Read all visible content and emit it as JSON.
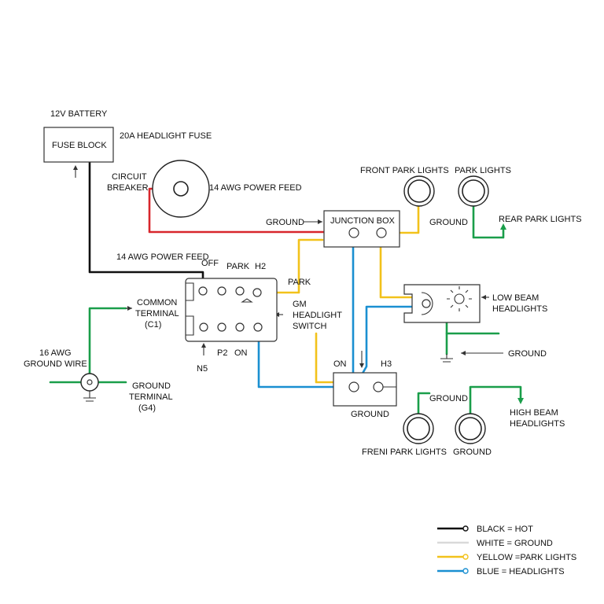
{
  "colors": {
    "black": "#111111",
    "white": "#d9d9d9",
    "yellow": "#f2c21b",
    "blue": "#1a8fd1",
    "red": "#d8262c",
    "green": "#1a9e4a"
  },
  "labels": {
    "battery": "12V BATTERY",
    "fuse_block": "FUSE BLOCK",
    "headlight_fuse": "20A HEADLIGHT FUSE",
    "circuit_breaker_1": "CIRCUIT",
    "circuit_breaker_2": "BREAKER",
    "power_feed_top": "14 AWG POWER FEED",
    "power_feed_left": "14 AWG POWER FEED",
    "front_park_lights_top": "FRONT PARK LIGHTS",
    "park_lights_top": "PARK LIGHTS",
    "ground_jb": "GROUND",
    "junction_box": "JUNCTION BOX",
    "ground_right_1": "GROUND",
    "rear_park_lights": "REAR PARK LIGHTS",
    "off": "OFF",
    "park_switch": "PARK",
    "h2": "H2",
    "park_wire": "PARK",
    "gm_1": "GM",
    "gm_2": "HEADLIGHT",
    "gm_3": "SWITCH",
    "low_beam_1": "LOW BEAM",
    "low_beam_2": "HEADLIGHTS",
    "ground_low": "GROUND",
    "common_1": "COMMON",
    "common_2": "TERMINAL",
    "common_3": "(C1)",
    "awg16_1": "16 AWG",
    "awg16_2": "GROUND WIRE",
    "ground_term_1": "GROUND",
    "ground_term_2": "TERMINAL",
    "ground_term_3": "(G4)",
    "p2": "P2",
    "on_switch": "ON",
    "n5": "N5",
    "on_relay": "ON",
    "h3": "H3",
    "ground_relay": "GROUND",
    "ground_right_2": "GROUND",
    "high_beam_1": "HIGH BEAM",
    "high_beam_2": "HEADLIGHTS",
    "front_park_lights_bottom": "FRENI PARK LIGHTS",
    "ground_bottom": "GROUND"
  },
  "legend": [
    {
      "label": "BLACK = HOT",
      "color": "#111111"
    },
    {
      "label": "WHITE = GROUND",
      "color": "#d9d9d9"
    },
    {
      "label": "YELLOW =PARK LIGHTS",
      "color": "#f2c21b"
    },
    {
      "label": "BLUE = HEADLIGHTS",
      "color": "#1a8fd1"
    }
  ]
}
